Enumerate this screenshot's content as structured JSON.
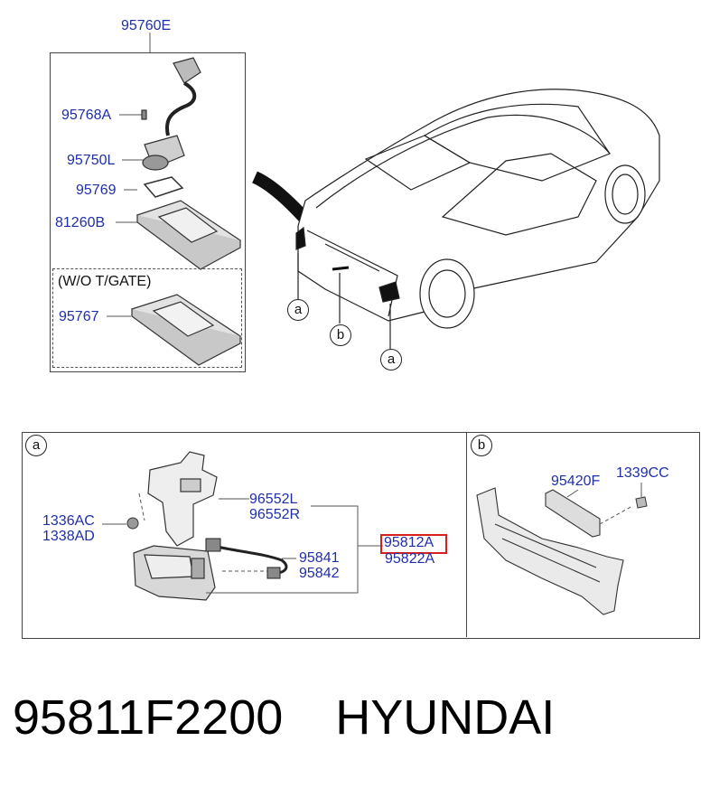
{
  "top": {
    "assembly_label": "95760E",
    "parts": {
      "p95768a": "95768A",
      "p95750l": "95750L",
      "p95769": "95769",
      "p81260b": "81260B"
    },
    "variant_title": "(W/O T/GATE)",
    "variant_part": "95767",
    "callouts": {
      "a_left": "a",
      "b": "b",
      "a_right": "a"
    }
  },
  "detail_a": {
    "marker": "a",
    "parts": {
      "p1336ac": "1336AC",
      "p1338ad": "1338AD",
      "p96552l": "96552L",
      "p96552r": "96552R",
      "p95841": "95841",
      "p95842": "95842",
      "p95812a": "95812A",
      "p95822a": "95822A"
    },
    "highlight_color": "#d62020"
  },
  "detail_b": {
    "marker": "b",
    "parts": {
      "p95420f": "95420F",
      "p1339cc": "1339CC"
    }
  },
  "footer": {
    "part_number": "95811F2200",
    "brand": "HYUNDAI"
  },
  "colors": {
    "label": "#1f2fa8",
    "highlight": "#d62020"
  }
}
